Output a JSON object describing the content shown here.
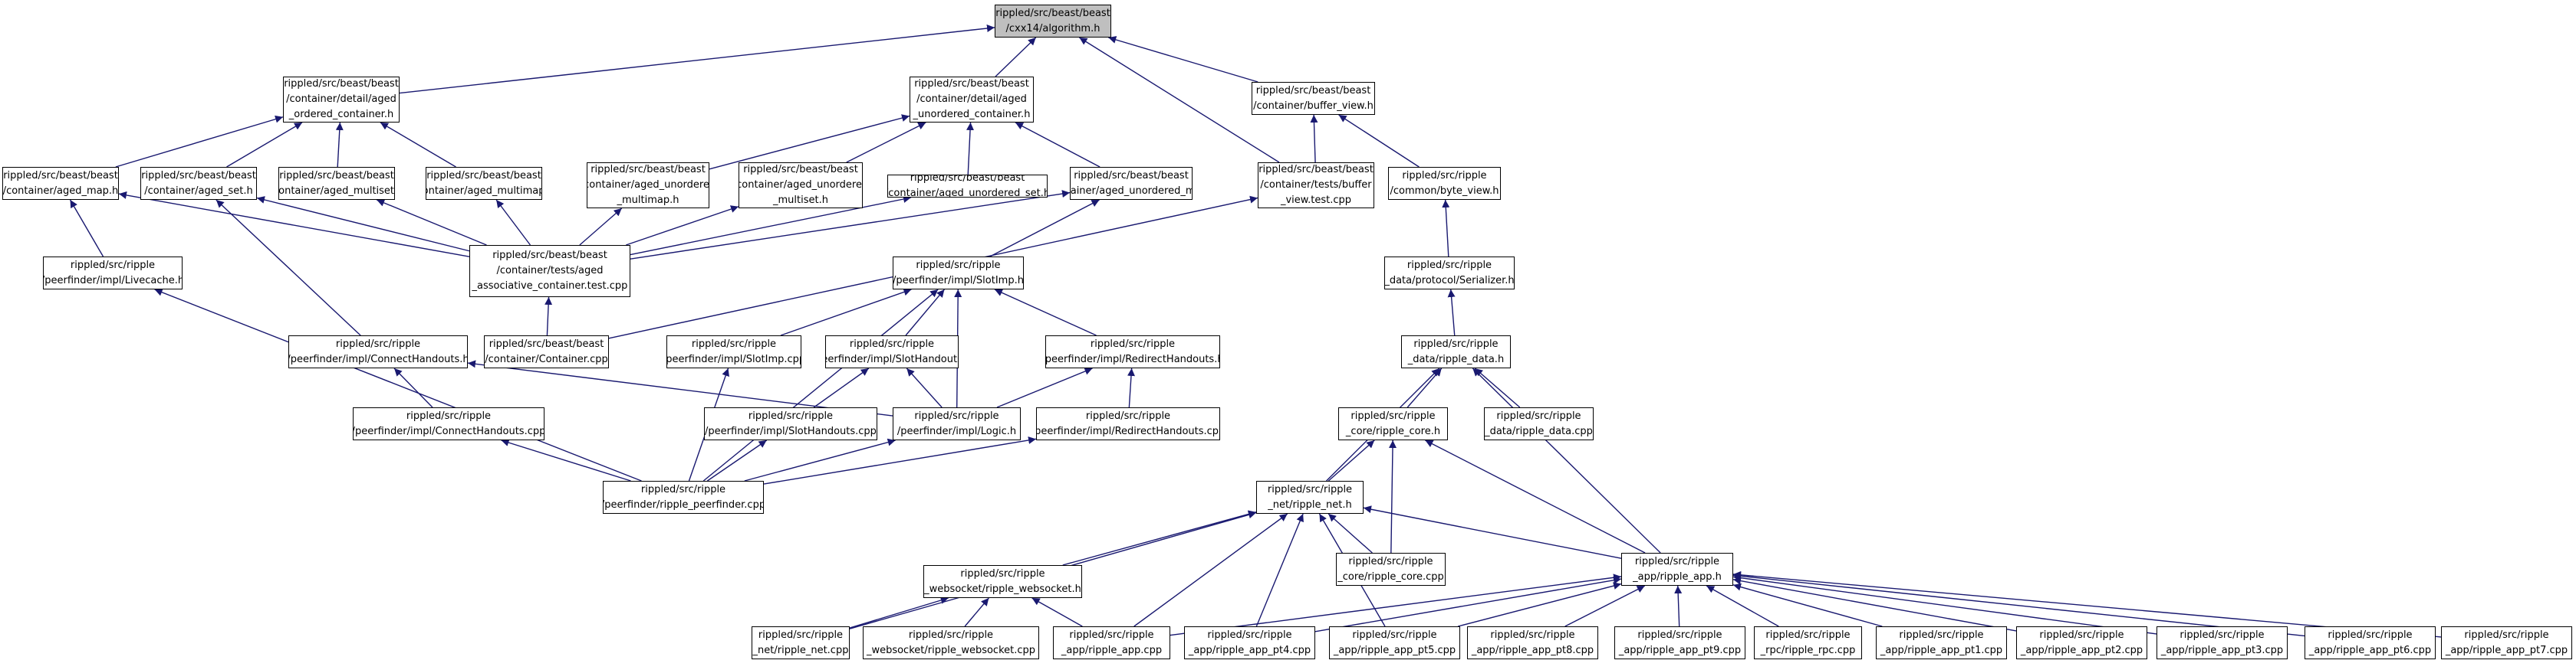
{
  "graph": {
    "nodes": [
      {
        "id": "algorithm",
        "lines": [
          "rippled/src/beast/beast",
          "/cxx14/algorithm.h"
        ],
        "root": true
      },
      {
        "id": "aged_ordered",
        "lines": [
          "rippled/src/beast/beast",
          "/container/detail/aged",
          "_ordered_container.h"
        ]
      },
      {
        "id": "aged_unordered",
        "lines": [
          "rippled/src/beast/beast",
          "/container/detail/aged",
          "_unordered_container.h"
        ]
      },
      {
        "id": "buffer_view_h",
        "lines": [
          "rippled/src/beast/beast",
          "/container/buffer_view.h"
        ]
      },
      {
        "id": "aged_map",
        "lines": [
          "rippled/src/beast/beast",
          "/container/aged_map.h"
        ]
      },
      {
        "id": "aged_set",
        "lines": [
          "rippled/src/beast/beast",
          "/container/aged_set.h"
        ]
      },
      {
        "id": "aged_multiset",
        "lines": [
          "rippled/src/beast/beast",
          "/container/aged_multiset.h"
        ]
      },
      {
        "id": "aged_multimap",
        "lines": [
          "rippled/src/beast/beast",
          "/container/aged_multimap.h"
        ]
      },
      {
        "id": "aged_unordered_multimap",
        "lines": [
          "rippled/src/beast/beast",
          "/container/aged_unordered",
          "_multimap.h"
        ]
      },
      {
        "id": "aged_unordered_multiset",
        "lines": [
          "rippled/src/beast/beast",
          "/container/aged_unordered",
          "_multiset.h"
        ]
      },
      {
        "id": "aged_unordered_set",
        "lines": [
          "rippled/src/beast/beast",
          "/container/aged_unordered_set.h"
        ]
      },
      {
        "id": "aged_unordered_map",
        "lines": [
          "rippled/src/beast/beast",
          "/container/aged_unordered_map.h"
        ]
      },
      {
        "id": "buffer_view_test",
        "lines": [
          "rippled/src/beast/beast",
          "/container/tests/buffer",
          "_view.test.cpp"
        ]
      },
      {
        "id": "common_byte_view",
        "lines": [
          "rippled/src/ripple",
          "/common/byte_view.h"
        ]
      },
      {
        "id": "livecache",
        "lines": [
          "rippled/src/ripple",
          "/peerfinder/impl/Livecache.h"
        ]
      },
      {
        "id": "aged_assoc_test",
        "lines": [
          "rippled/src/beast/beast",
          "/container/tests/aged",
          "_associative_container.test.cpp"
        ]
      },
      {
        "id": "slotimp_h",
        "lines": [
          "rippled/src/ripple",
          "/peerfinder/impl/SlotImp.h"
        ]
      },
      {
        "id": "serializer",
        "lines": [
          "rippled/src/ripple",
          "_data/protocol/Serializer.h"
        ]
      },
      {
        "id": "connect_handouts_h",
        "lines": [
          "rippled/src/ripple",
          "/peerfinder/impl/ConnectHandouts.h"
        ]
      },
      {
        "id": "container_cpp",
        "lines": [
          "rippled/src/beast/beast",
          "/container/Container.cpp"
        ]
      },
      {
        "id": "slotimp_cpp",
        "lines": [
          "rippled/src/ripple",
          "/peerfinder/impl/SlotImp.cpp"
        ]
      },
      {
        "id": "slot_handouts_h",
        "lines": [
          "rippled/src/ripple",
          "/peerfinder/impl/SlotHandouts.h"
        ]
      },
      {
        "id": "redirect_handouts_h",
        "lines": [
          "rippled/src/ripple",
          "/peerfinder/impl/RedirectHandouts.h"
        ]
      },
      {
        "id": "ripple_data_h",
        "lines": [
          "rippled/src/ripple",
          "_data/ripple_data.h"
        ]
      },
      {
        "id": "connect_handouts_cpp",
        "lines": [
          "rippled/src/ripple",
          "/peerfinder/impl/ConnectHandouts.cpp"
        ]
      },
      {
        "id": "slot_handouts_cpp",
        "lines": [
          "rippled/src/ripple",
          "/peerfinder/impl/SlotHandouts.cpp"
        ]
      },
      {
        "id": "logic_h",
        "lines": [
          "rippled/src/ripple",
          "/peerfinder/impl/Logic.h"
        ]
      },
      {
        "id": "redirect_handouts_cpp",
        "lines": [
          "rippled/src/ripple",
          "/peerfinder/impl/RedirectHandouts.cpp"
        ]
      },
      {
        "id": "ripple_core_h",
        "lines": [
          "rippled/src/ripple",
          "_core/ripple_core.h"
        ]
      },
      {
        "id": "ripple_data_cpp",
        "lines": [
          "rippled/src/ripple",
          "_data/ripple_data.cpp"
        ]
      },
      {
        "id": "ripple_peerfinder_cpp",
        "lines": [
          "rippled/src/ripple",
          "/peerfinder/ripple_peerfinder.cpp"
        ]
      },
      {
        "id": "ripple_net_h",
        "lines": [
          "rippled/src/ripple",
          "_net/ripple_net.h"
        ]
      },
      {
        "id": "ripple_websocket_h",
        "lines": [
          "rippled/src/ripple",
          "_websocket/ripple_websocket.h"
        ]
      },
      {
        "id": "ripple_core_cpp",
        "lines": [
          "rippled/src/ripple",
          "_core/ripple_core.cpp"
        ]
      },
      {
        "id": "ripple_app_h",
        "lines": [
          "rippled/src/ripple",
          "_app/ripple_app.h"
        ]
      },
      {
        "id": "ripple_net_cpp",
        "lines": [
          "rippled/src/ripple",
          "_net/ripple_net.cpp"
        ]
      },
      {
        "id": "ripple_websocket_cpp",
        "lines": [
          "rippled/src/ripple",
          "_websocket/ripple_websocket.cpp"
        ]
      },
      {
        "id": "ripple_app_cpp",
        "lines": [
          "rippled/src/ripple",
          "_app/ripple_app.cpp"
        ]
      },
      {
        "id": "ripple_app_pt4",
        "lines": [
          "rippled/src/ripple",
          "_app/ripple_app_pt4.cpp"
        ]
      },
      {
        "id": "ripple_app_pt5",
        "lines": [
          "rippled/src/ripple",
          "_app/ripple_app_pt5.cpp"
        ]
      },
      {
        "id": "ripple_app_pt8",
        "lines": [
          "rippled/src/ripple",
          "_app/ripple_app_pt8.cpp"
        ]
      },
      {
        "id": "ripple_app_pt9",
        "lines": [
          "rippled/src/ripple",
          "_app/ripple_app_pt9.cpp"
        ]
      },
      {
        "id": "ripple_rpc_cpp",
        "lines": [
          "rippled/src/ripple",
          "_rpc/ripple_rpc.cpp"
        ]
      },
      {
        "id": "ripple_app_pt1",
        "lines": [
          "rippled/src/ripple",
          "_app/ripple_app_pt1.cpp"
        ]
      },
      {
        "id": "ripple_app_pt2",
        "lines": [
          "rippled/src/ripple",
          "_app/ripple_app_pt2.cpp"
        ]
      },
      {
        "id": "ripple_app_pt3",
        "lines": [
          "rippled/src/ripple",
          "_app/ripple_app_pt3.cpp"
        ]
      },
      {
        "id": "ripple_app_pt6",
        "lines": [
          "rippled/src/ripple",
          "_app/ripple_app_pt6.cpp"
        ]
      },
      {
        "id": "ripple_app_pt7",
        "lines": [
          "rippled/src/ripple",
          "_app/ripple_app_pt7.cpp"
        ]
      }
    ],
    "edges": [
      [
        "aged_ordered",
        "algorithm"
      ],
      [
        "aged_unordered",
        "algorithm"
      ],
      [
        "buffer_view_h",
        "algorithm"
      ],
      [
        "buffer_view_test",
        "algorithm"
      ],
      [
        "aged_map",
        "aged_ordered"
      ],
      [
        "aged_set",
        "aged_ordered"
      ],
      [
        "aged_multiset",
        "aged_ordered"
      ],
      [
        "aged_multimap",
        "aged_ordered"
      ],
      [
        "aged_unordered_multimap",
        "aged_unordered"
      ],
      [
        "aged_unordered_multiset",
        "aged_unordered"
      ],
      [
        "aged_unordered_set",
        "aged_unordered"
      ],
      [
        "aged_unordered_map",
        "aged_unordered"
      ],
      [
        "buffer_view_test",
        "buffer_view_h"
      ],
      [
        "common_byte_view",
        "buffer_view_h"
      ],
      [
        "livecache",
        "aged_map"
      ],
      [
        "aged_assoc_test",
        "aged_map"
      ],
      [
        "aged_assoc_test",
        "aged_set"
      ],
      [
        "aged_assoc_test",
        "aged_multiset"
      ],
      [
        "aged_assoc_test",
        "aged_multimap"
      ],
      [
        "aged_assoc_test",
        "aged_unordered_multimap"
      ],
      [
        "aged_assoc_test",
        "aged_unordered_multiset"
      ],
      [
        "aged_assoc_test",
        "aged_unordered_set"
      ],
      [
        "aged_assoc_test",
        "aged_unordered_map"
      ],
      [
        "connect_handouts_h",
        "aged_set"
      ],
      [
        "slotimp_h",
        "aged_unordered_map"
      ],
      [
        "container_cpp",
        "aged_assoc_test"
      ],
      [
        "container_cpp",
        "buffer_view_test"
      ],
      [
        "serializer",
        "common_byte_view"
      ],
      [
        "ripple_data_h",
        "serializer"
      ],
      [
        "slotimp_cpp",
        "slotimp_h"
      ],
      [
        "slot_handouts_h",
        "slotimp_h"
      ],
      [
        "redirect_handouts_h",
        "slotimp_h"
      ],
      [
        "logic_h",
        "slotimp_h"
      ],
      [
        "ripple_peerfinder_cpp",
        "slotimp_h"
      ],
      [
        "connect_handouts_cpp",
        "connect_handouts_h"
      ],
      [
        "logic_h",
        "connect_handouts_h"
      ],
      [
        "slot_handouts_cpp",
        "slot_handouts_h"
      ],
      [
        "logic_h",
        "slot_handouts_h"
      ],
      [
        "redirect_handouts_cpp",
        "redirect_handouts_h"
      ],
      [
        "logic_h",
        "redirect_handouts_h"
      ],
      [
        "ripple_core_h",
        "ripple_data_h"
      ],
      [
        "ripple_data_cpp",
        "ripple_data_h"
      ],
      [
        "ripple_net_h",
        "ripple_data_h"
      ],
      [
        "ripple_app_h",
        "ripple_data_h"
      ],
      [
        "ripple_peerfinder_cpp",
        "livecache"
      ],
      [
        "ripple_peerfinder_cpp",
        "connect_handouts_cpp"
      ],
      [
        "ripple_peerfinder_cpp",
        "slot_handouts_cpp"
      ],
      [
        "ripple_peerfinder_cpp",
        "logic_h"
      ],
      [
        "ripple_peerfinder_cpp",
        "redirect_handouts_cpp"
      ],
      [
        "ripple_peerfinder_cpp",
        "slotimp_cpp"
      ],
      [
        "ripple_net_h",
        "ripple_core_h"
      ],
      [
        "ripple_core_cpp",
        "ripple_core_h"
      ],
      [
        "ripple_app_h",
        "ripple_core_h"
      ],
      [
        "ripple_websocket_h",
        "ripple_net_h"
      ],
      [
        "ripple_core_cpp",
        "ripple_net_h"
      ],
      [
        "ripple_net_cpp",
        "ripple_net_h"
      ],
      [
        "ripple_app_h",
        "ripple_net_h"
      ],
      [
        "ripple_app_cpp",
        "ripple_net_h"
      ],
      [
        "ripple_app_pt4",
        "ripple_net_h"
      ],
      [
        "ripple_app_pt5",
        "ripple_net_h"
      ],
      [
        "ripple_websocket_cpp",
        "ripple_websocket_h"
      ],
      [
        "ripple_net_cpp",
        "ripple_websocket_h"
      ],
      [
        "ripple_app_cpp",
        "ripple_websocket_h"
      ],
      [
        "ripple_app_cpp",
        "ripple_app_h"
      ],
      [
        "ripple_app_pt4",
        "ripple_app_h"
      ],
      [
        "ripple_app_pt5",
        "ripple_app_h"
      ],
      [
        "ripple_app_pt8",
        "ripple_app_h"
      ],
      [
        "ripple_app_pt9",
        "ripple_app_h"
      ],
      [
        "ripple_rpc_cpp",
        "ripple_app_h"
      ],
      [
        "ripple_app_pt1",
        "ripple_app_h"
      ],
      [
        "ripple_app_pt2",
        "ripple_app_h"
      ],
      [
        "ripple_app_pt3",
        "ripple_app_h"
      ],
      [
        "ripple_app_pt6",
        "ripple_app_h"
      ],
      [
        "ripple_app_pt7",
        "ripple_app_h"
      ]
    ],
    "colors": {
      "edge": "#191970",
      "node_border": "#000000",
      "node_fill": "#ffffff",
      "root_fill": "#bfbfbf"
    }
  }
}
